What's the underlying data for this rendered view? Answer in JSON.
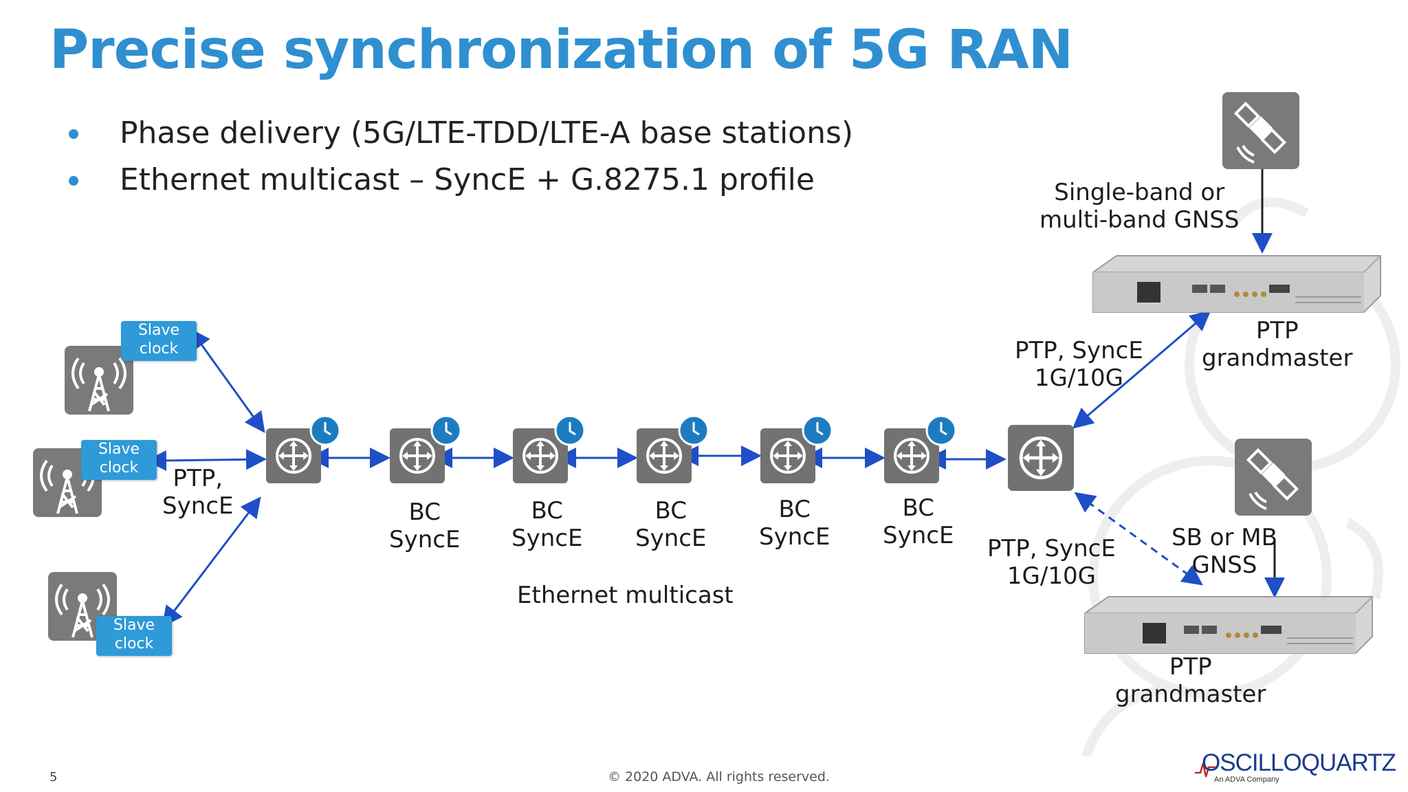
{
  "slide": {
    "title": "Precise synchronization of 5G RAN",
    "bullets": [
      "Phase delivery (5G/LTE-TDD/LTE-A base stations)",
      "Ethernet multicast – SyncE + G.8275.1 profile"
    ],
    "page_number": "5",
    "copyright": "© 2020 ADVA. All rights reserved."
  },
  "diagram": {
    "slave_clocks": [
      {
        "line1": "Slave",
        "line2": "clock"
      },
      {
        "line1": "Slave",
        "line2": "clock"
      },
      {
        "line1": "Slave",
        "line2": "clock"
      }
    ],
    "access_link_label": {
      "line1": "PTP,",
      "line2": "SyncE"
    },
    "bc_nodes": [
      {
        "line1": "BC",
        "line2": "SyncE"
      },
      {
        "line1": "BC",
        "line2": "SyncE"
      },
      {
        "line1": "BC",
        "line2": "SyncE"
      },
      {
        "line1": "BC",
        "line2": "SyncE"
      },
      {
        "line1": "BC",
        "line2": "SyncE"
      }
    ],
    "chain_label": "Ethernet multicast",
    "uplink_primary_label": {
      "line1": "PTP, SyncE",
      "line2": "1G/10G"
    },
    "uplink_backup_label": {
      "line1": "PTP, SyncE",
      "line2": "1G/10G"
    },
    "gnss_primary_label": {
      "line1": "Single-band or",
      "line2": "multi-band GNSS"
    },
    "gnss_backup_label": {
      "line1": "SB or MB",
      "line2": "GNSS"
    },
    "grandmaster_primary_label": {
      "line1": "PTP",
      "line2": "grandmaster"
    },
    "grandmaster_backup_label": {
      "line1": "PTP",
      "line2": "grandmaster"
    }
  },
  "logo": {
    "name": "OSCILLOQUARTZ",
    "tagline": "An ADVA Company"
  },
  "colors": {
    "title": "#2f8fd0",
    "slave_clock_box": "#2e9ad8",
    "link_arrow": "#1f4fc6",
    "node_gray": "#6e6e6e",
    "logo": "#1c3b8c"
  }
}
